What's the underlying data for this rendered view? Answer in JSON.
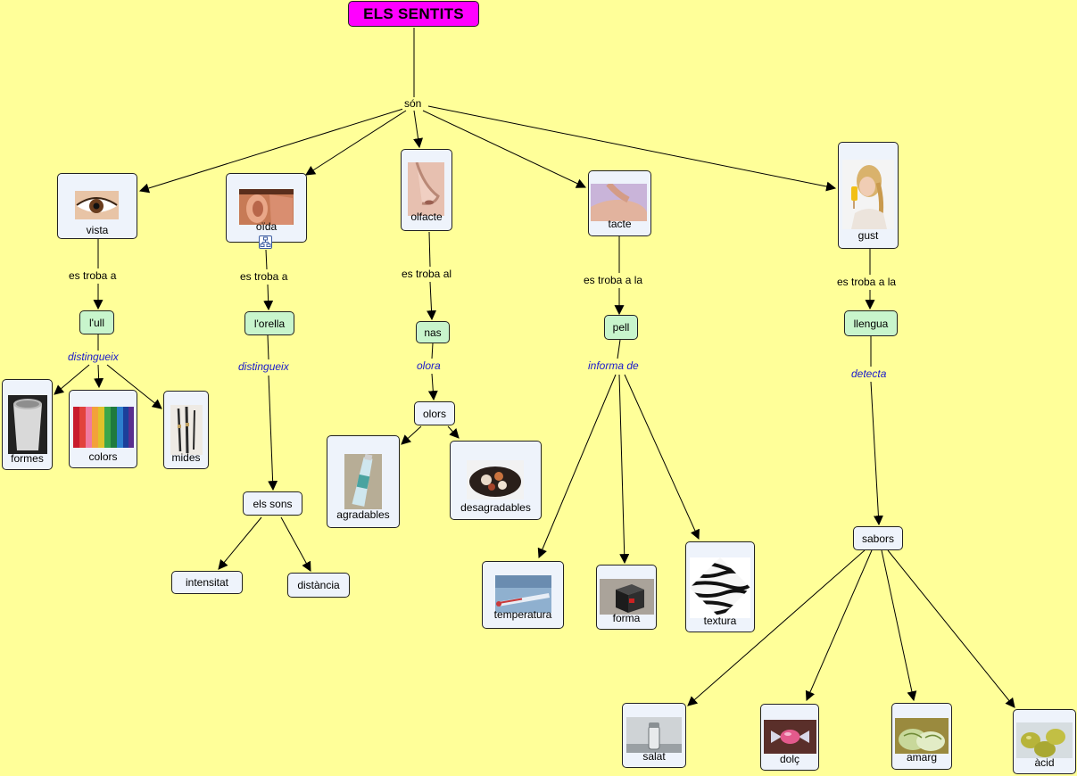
{
  "title": "ELS SENTITS",
  "root_link": "són",
  "senses": {
    "vista": "vista",
    "oida": "oïda",
    "olfacte": "olfacte",
    "tacte": "tacte",
    "gust": "gust"
  },
  "links": {
    "vista": "es troba a",
    "oida": "es troba a",
    "olfacte": "es troba al",
    "tacte": "es troba a la",
    "gust": "es troba a la",
    "ull": "distingueix",
    "orella": "distingueix",
    "nas": "olora",
    "pell": "informa de",
    "llengua": "detecta"
  },
  "organs": {
    "ull": "l'ull",
    "orella": "l'orella",
    "nas": "nas",
    "pell": "pell",
    "llengua": "llengua"
  },
  "concepts": {
    "formes": "formes",
    "colors": "colors",
    "mides": "mides",
    "els_sons": "els sons",
    "intensitat": "intensitat",
    "distancia": "distància",
    "olors": "olors",
    "agradables": "agradables",
    "desagradables": "desagradables",
    "temperatura": "temperatura",
    "forma": "forma",
    "textura": "textura",
    "sabors": "sabors",
    "salat": "salat",
    "dolc": "dolç",
    "amarg": "amarg",
    "acid": "àcid"
  },
  "colors": {
    "background": "#ffff99",
    "title_fill": "#ff00ff",
    "node_fill": "#eef3fb",
    "organ_fill": "#c8f5cc",
    "italic_link": "#1a1acc"
  }
}
